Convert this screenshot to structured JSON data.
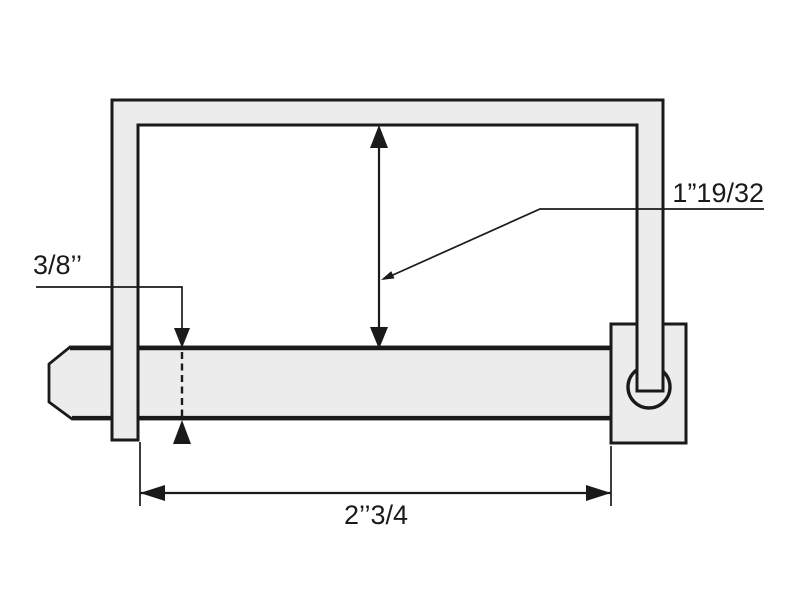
{
  "drawing": {
    "background_color": "#ffffff",
    "part_fill_color": "#ececec",
    "line_color": "#1a1a1a",
    "dimensions": {
      "height": {
        "label": "1”19/32"
      },
      "diameter": {
        "label": "3/8’’"
      },
      "length": {
        "label": "2’’3/4"
      }
    }
  }
}
